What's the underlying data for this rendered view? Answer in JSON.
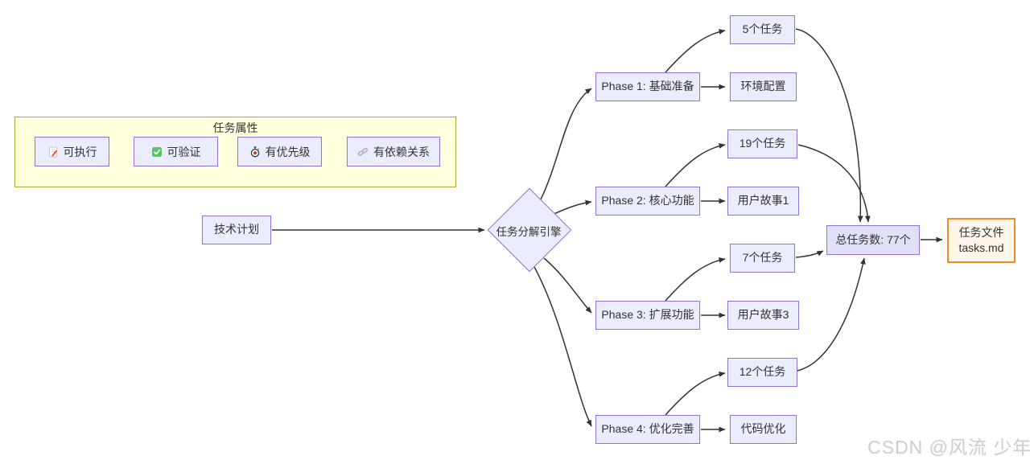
{
  "colors": {
    "node_fill": "#ECECFF",
    "node_border": "#9370DB",
    "total_fill": "#E0E0F8",
    "subgraph_fill": "#FFFFDE",
    "subgraph_border": "#AAAA33",
    "file_fill": "#FFF6EC",
    "file_border": "#F08C21",
    "edge": "#333333",
    "watermark": "#CFCFCF"
  },
  "subgraph": {
    "title": "任务属性",
    "items": [
      {
        "icon": "memo-icon",
        "label": "可执行"
      },
      {
        "icon": "check-icon",
        "label": "可验证"
      },
      {
        "icon": "stopwatch-icon",
        "label": "有优先级"
      },
      {
        "icon": "link-icon",
        "label": "有依赖关系"
      }
    ]
  },
  "nodes": {
    "plan": "技术计划",
    "engine": "任务分解引擎",
    "phase1": "Phase 1: 基础准备",
    "phase1_tasks": "5个任务",
    "phase1_output": "环境配置",
    "phase2": "Phase 2: 核心功能",
    "phase2_tasks": "19个任务",
    "phase2_output": "用户故事1",
    "phase3": "Phase 3: 扩展功能",
    "phase3_tasks": "7个任务",
    "phase3_output": "用户故事3",
    "phase4": "Phase 4: 优化完善",
    "phase4_tasks": "12个任务",
    "phase4_output": "代码优化",
    "total": "总任务数: 77个",
    "file": {
      "line1": "任务文件",
      "line2": "tasks.md"
    }
  },
  "watermark": "CSDN @风流 少年"
}
